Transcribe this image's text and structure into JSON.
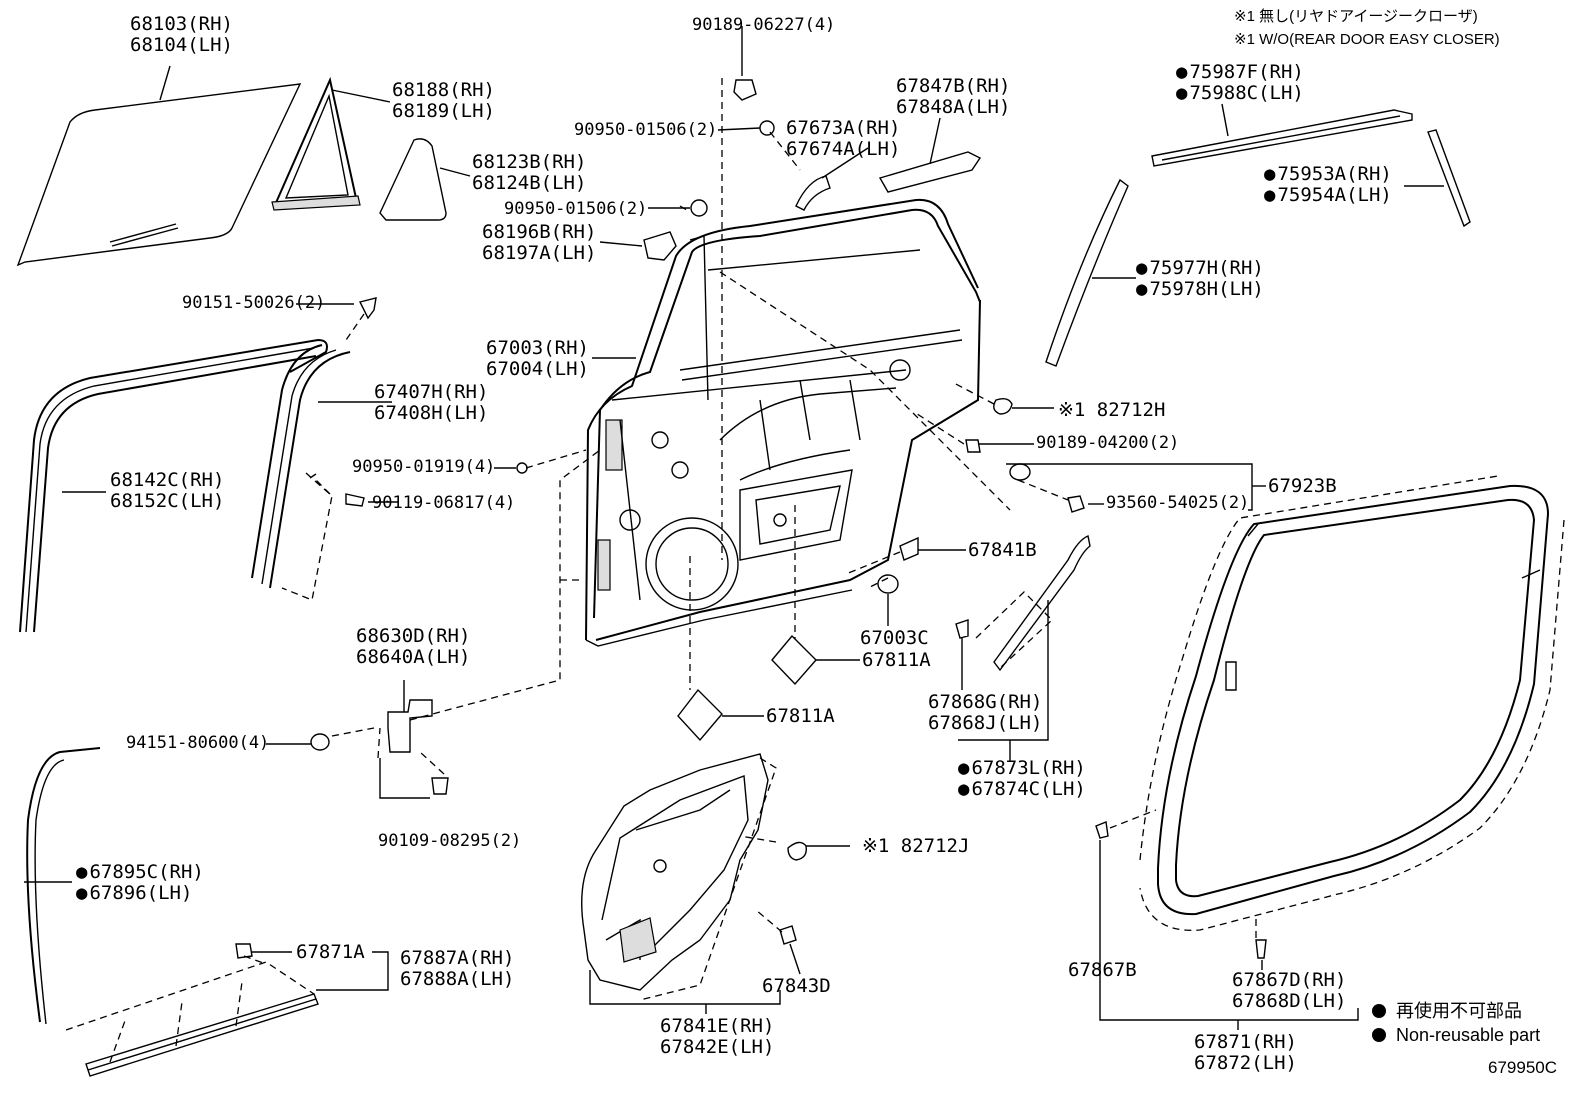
{
  "notes": {
    "jp": "※1 無し(リヤドアイージークローザ)",
    "en": "※1 W/O(REAR DOOR EASY CLOSER)"
  },
  "figure_id": "679950C",
  "legend": {
    "jp": "再使用不可部品",
    "en": "Non-reusable part"
  },
  "labels": {
    "p68103": [
      "68103(RH)",
      "68104(LH)"
    ],
    "p68188": [
      "68188(RH)",
      "68189(LH)"
    ],
    "p68123": [
      "68123B(RH)",
      "68124B(LH)"
    ],
    "p68196": [
      "68196B(RH)",
      "68197A(LH)"
    ],
    "p90189a": [
      "90189-06227(4)"
    ],
    "p90950a": [
      "90950-01506(2)"
    ],
    "p90950b": [
      "90950-01506(2)"
    ],
    "p67673": [
      "67673A(RH)",
      "67674A(LH)"
    ],
    "p67847": [
      "67847B(RH)",
      "67848A(LH)"
    ],
    "p75987": [
      "75987F(RH)",
      "75988C(LH)"
    ],
    "p75953": [
      "75953A(RH)",
      "75954A(LH)"
    ],
    "p75977": [
      "75977H(RH)",
      "75978H(LH)"
    ],
    "p90151": [
      "90151-50026(2)"
    ],
    "p67003": [
      "67003(RH)",
      "67004(LH)"
    ],
    "p67407": [
      "67407H(RH)",
      "67408H(LH)"
    ],
    "p68142": [
      "68142C(RH)",
      "68152C(LH)"
    ],
    "p90950c": [
      "90950-01919(4)"
    ],
    "p90119": [
      "90119-06817(4)"
    ],
    "p82712h": [
      "※1 82712H"
    ],
    "p90189b": [
      "90189-04200(2)"
    ],
    "p93560": [
      "93560-54025(2)"
    ],
    "p67923": [
      "67923B"
    ],
    "p67841b": [
      "67841B"
    ],
    "p67003c": [
      "67003C"
    ],
    "p67811a1": [
      "67811A"
    ],
    "p67811a2": [
      "67811A"
    ],
    "p68630": [
      "68630D(RH)",
      "68640A(LH)"
    ],
    "p94151": [
      "94151-80600(4)"
    ],
    "p90109": [
      "90109-08295(2)"
    ],
    "p67868": [
      "67868G(RH)",
      "67868J(LH)"
    ],
    "p67873": [
      "67873L(RH)",
      "67874C(LH)"
    ],
    "p82712j": [
      "※1 82712J"
    ],
    "p67895": [
      "67895C(RH)",
      "67896(LH)"
    ],
    "p67871a": [
      "67871A"
    ],
    "p67887": [
      "67887A(RH)",
      "67888A(LH)"
    ],
    "p67843": [
      "67843D"
    ],
    "p67841e": [
      "67841E(RH)",
      "67842E(LH)"
    ],
    "p67867b": [
      "67867B"
    ],
    "p67867d": [
      "67867D(RH)",
      "67868D(LH)"
    ],
    "p67871": [
      "67871(RH)",
      "67872(LH)"
    ]
  },
  "non_reusable": [
    "p75987",
    "p75953",
    "p75977",
    "p67873",
    "p67895"
  ]
}
